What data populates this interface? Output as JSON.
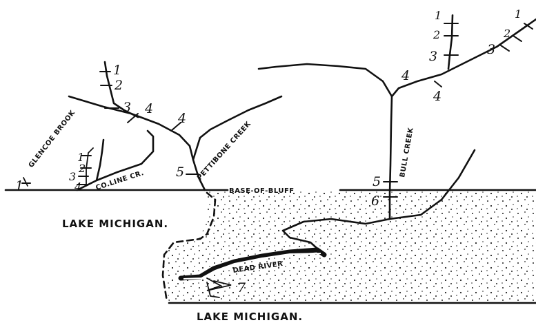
{
  "labels": {
    "lake_upper": "LAKE MICHIGAN.",
    "lake_lower": "LAKE MICHIGAN.",
    "base_of_bluff": "BASE-OF-BLUFF",
    "glencoe_brook": "GLENCOE BROOK",
    "co_line_cr": "CO.LINE CR.",
    "pettibone_creek": "PETTIBONE CREEK",
    "bull_creek": "BULL CREEK",
    "dead_river": "DEAD RIVER"
  },
  "stations": {
    "glencoe_1": "1",
    "coline_1": "1",
    "coline_2": "2",
    "coline_3": "3",
    "coline_4": "4",
    "pet_1": "1",
    "pet_2": "2",
    "pet_3": "3",
    "pet_4a": "4",
    "pet_4b": "4",
    "pet_5": "5",
    "bull_4a": "4",
    "bull_4b": "4",
    "bull_5": "5",
    "bull_6": "6",
    "bullw_1": "1",
    "bullw_2": "2",
    "bullw_3": "3",
    "bulle_1": "1",
    "bulle_2": "2",
    "bulle_3": "3",
    "dead_7": "7"
  }
}
